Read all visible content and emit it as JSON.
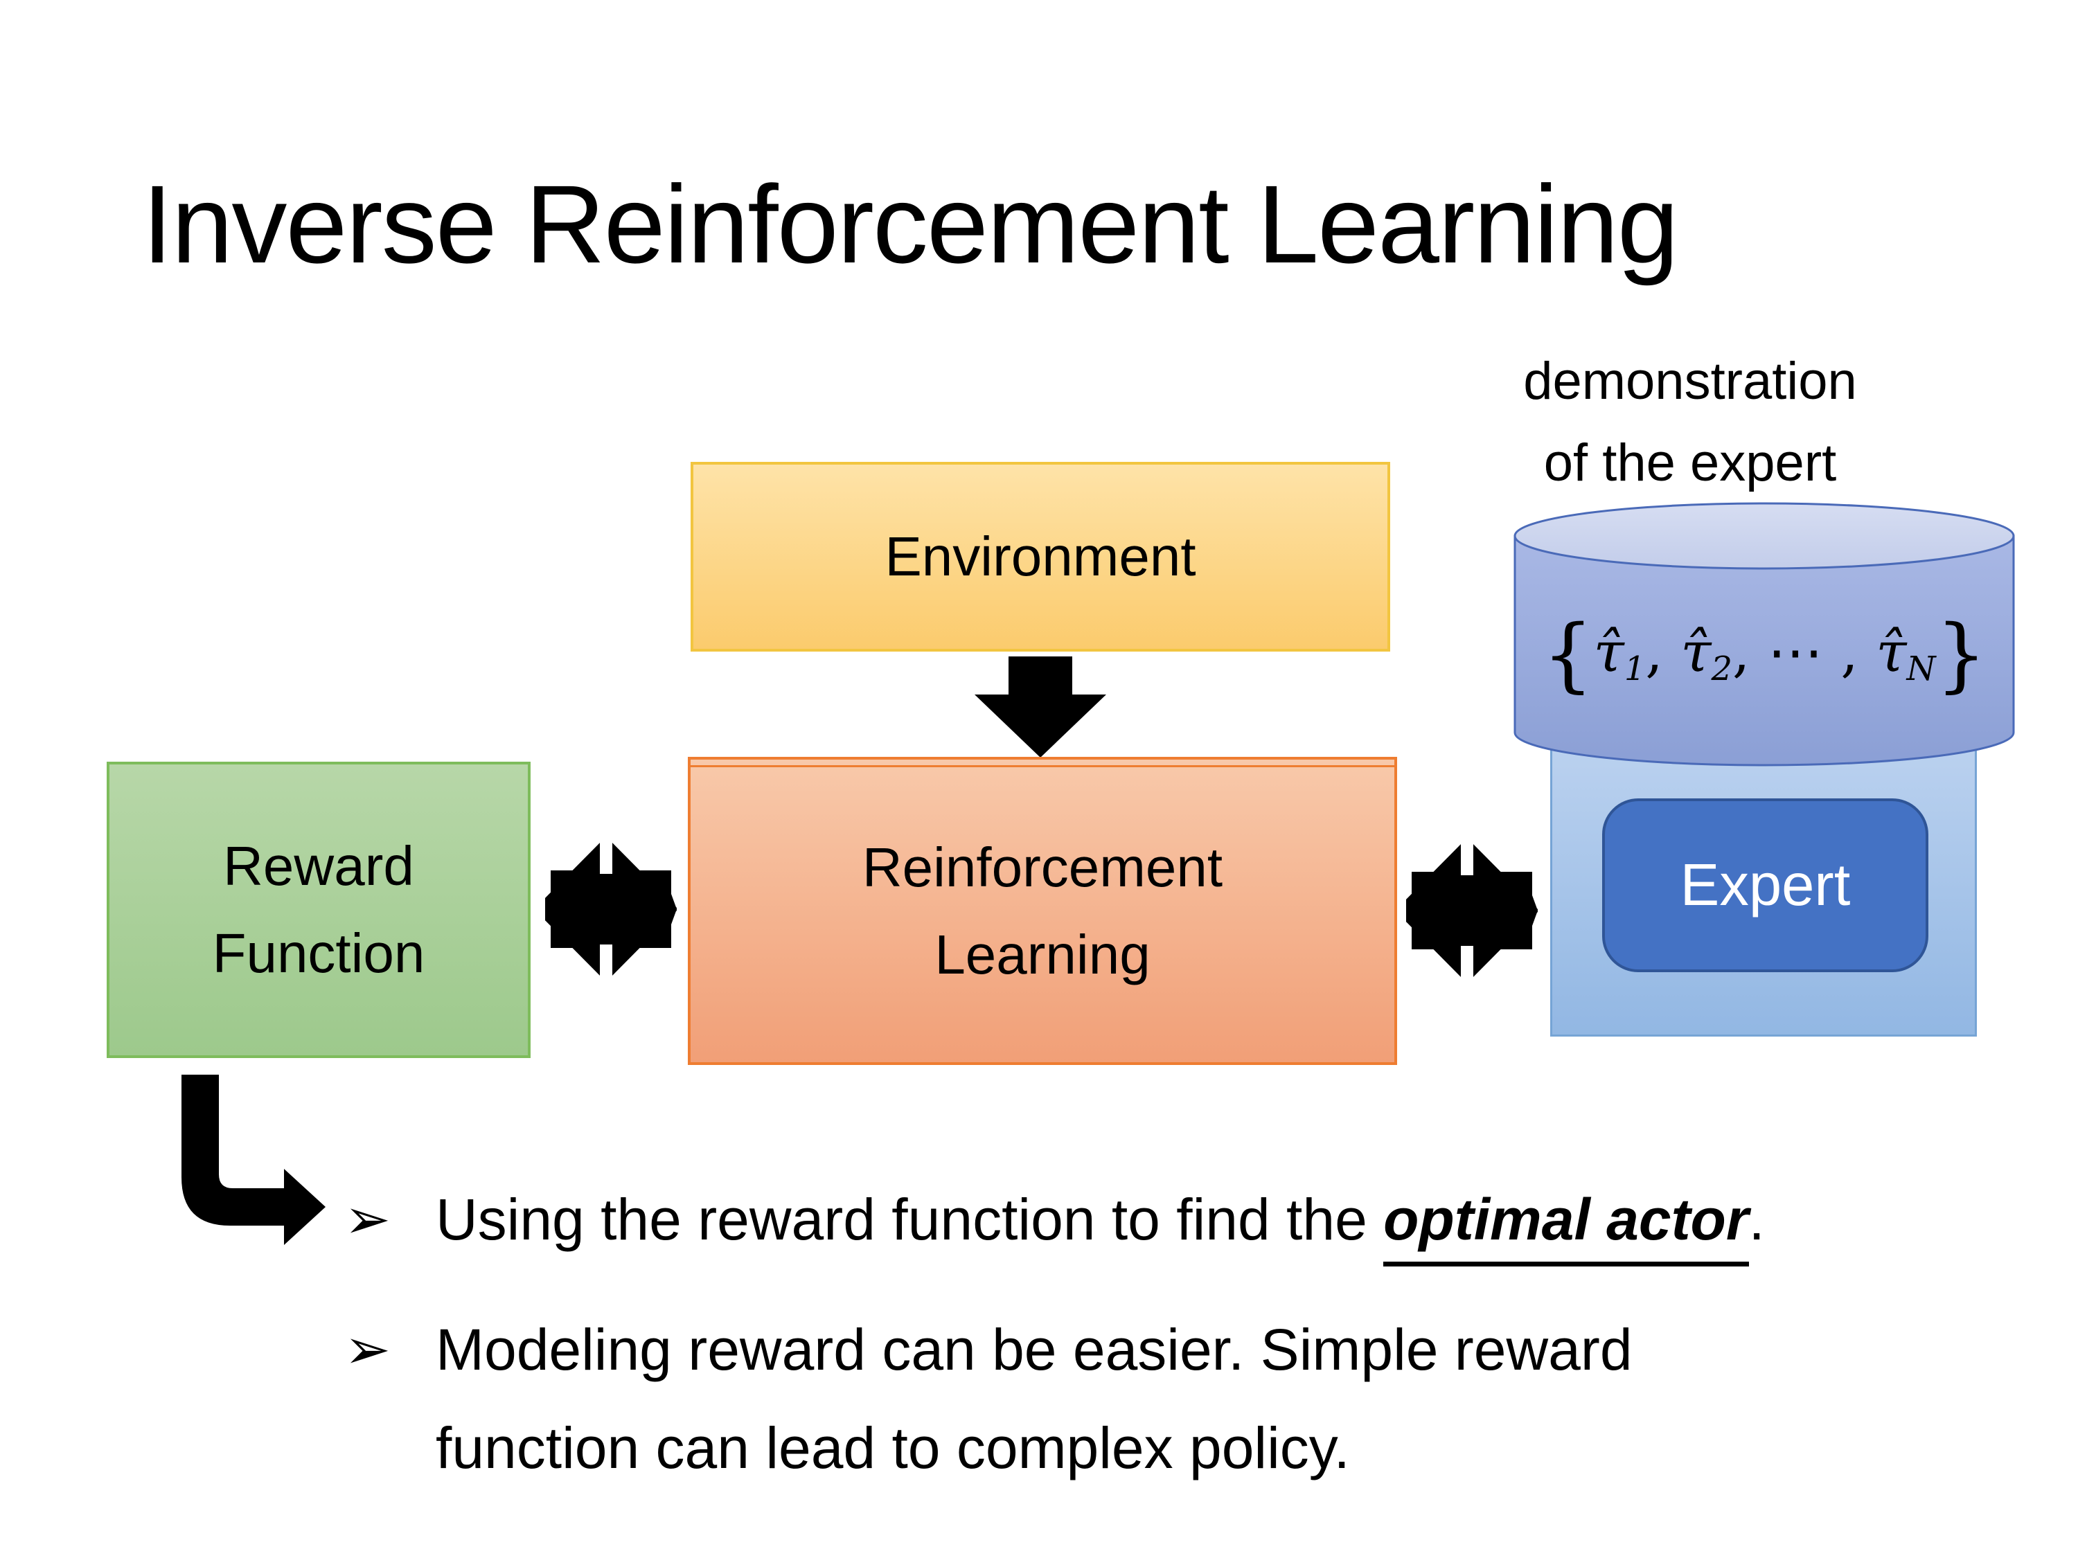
{
  "slide": {
    "title": "Inverse Reinforcement Learning",
    "demo_label": {
      "line1": "demonstration",
      "line2": "of the expert"
    },
    "boxes": {
      "environment": "Environment",
      "reward_function_line1": "Reward",
      "reward_function_line2": "Function",
      "reinforcement_learning_line1": "Reinforcement",
      "reinforcement_learning_line2": "Learning",
      "expert": "Expert"
    },
    "formula": {
      "brace_open": "{",
      "tau_1": "τ̂",
      "sub_1": "1",
      "sep_1": ", ",
      "tau_2": "τ̂",
      "sub_2": "2",
      "sep_dots": ", ⋯ , ",
      "tau_n": "τ̂",
      "sub_n": "N",
      "brace_close": "}"
    },
    "bullets": {
      "marker": "➢",
      "b1_pre": "Using the reward function to find the ",
      "b1_emphasis": "optimal actor",
      "b1_post": ".",
      "b2_line1": "Modeling reward can be easier. Simple reward",
      "b2_line2": "function can lead to complex policy."
    }
  },
  "colors": {
    "background": "#FFFFFF",
    "text_black": "#000000",
    "arrow_black": "#000000",
    "env_fill_top": "#FEE3A8",
    "env_fill_bottom": "#FBCB6D",
    "env_border": "#F2C540",
    "green_fill_top": "#B7D7A8",
    "green_fill_bottom": "#9DC98C",
    "green_border": "#7EBC5C",
    "rl_fill_top": "#F8C9AA",
    "rl_fill_bottom": "#F19F77",
    "rl_border": "#EE7D31",
    "expert_container_fill_top": "#BAD1EF",
    "expert_container_fill_bottom": "#92B7E3",
    "expert_container_border": "#76A4D5",
    "expert_fill": "#4472C4",
    "expert_border": "#2F5597",
    "expert_text": "#FFFFFF",
    "cyl_fill_top": "#A9B8E5",
    "cyl_fill_bottom": "#8B9FD5",
    "cyl_top_fill_top": "#D6DDF2",
    "cyl_top_fill_bottom": "#C3CDEA",
    "cyl_border": "#4A6AB8"
  }
}
